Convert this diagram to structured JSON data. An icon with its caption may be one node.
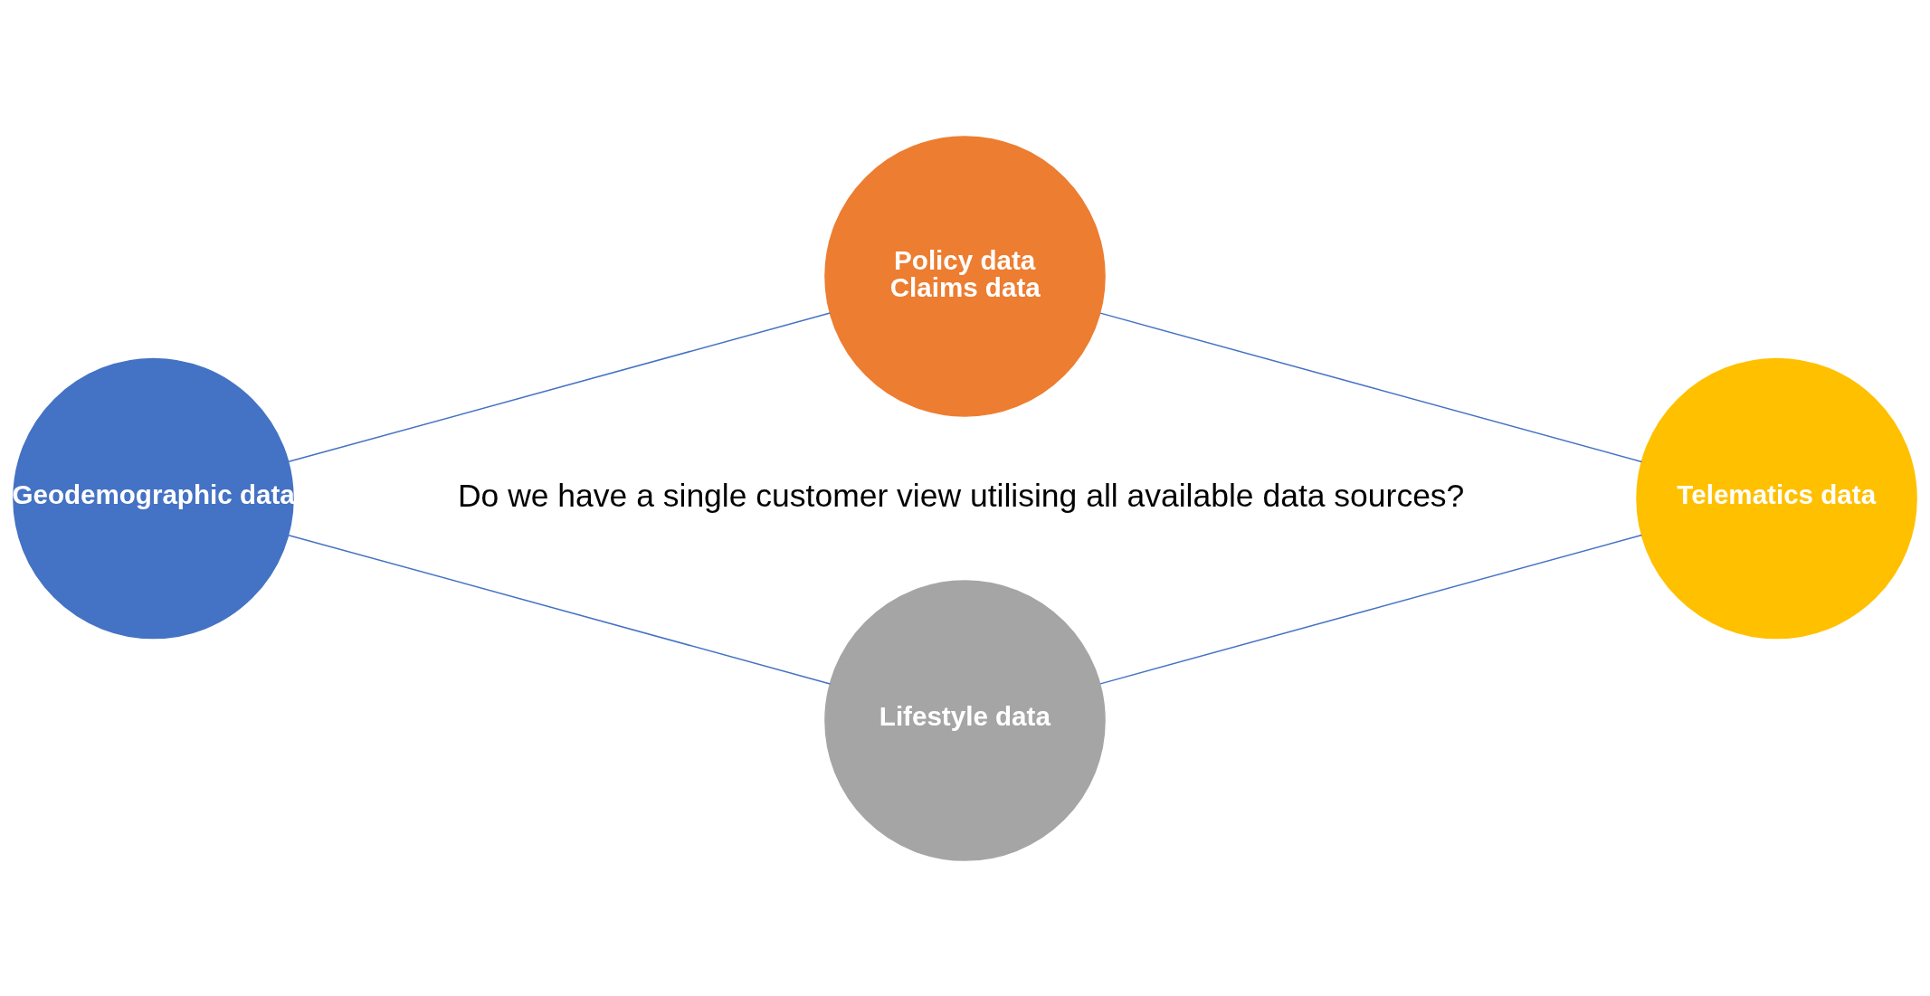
{
  "diagram": {
    "nodes": [
      {
        "text": [
          "Policy data",
          "Claims data"
        ]
      },
      {
        "text": [
          "Geodemographic data"
        ]
      },
      {
        "text": [
          "Telematics data"
        ]
      },
      {
        "text": [
          "Lifestyle data"
        ]
      }
    ],
    "edges": [
      {
        "from": 1,
        "to": 0,
        "arrow": "none"
      },
      {
        "from": 0,
        "to": 2,
        "arrow": "none"
      },
      {
        "from": 1,
        "to": 3,
        "arrow": "none"
      },
      {
        "from": 3,
        "to": 2,
        "arrow": "none"
      }
    ],
    "labels": [
      "Do we have a single customer view utilising all available data sources?"
    ]
  }
}
